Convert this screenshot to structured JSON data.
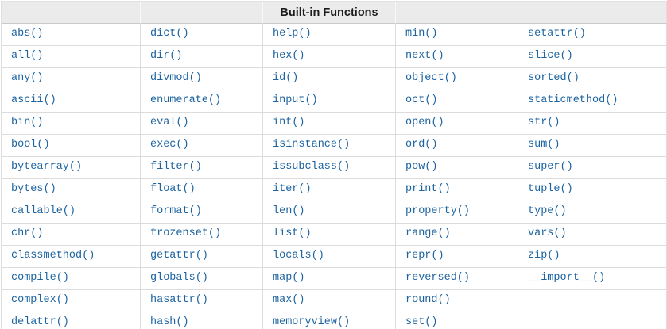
{
  "table": {
    "title": "Built-in Functions",
    "title_column_index": 2,
    "column_count": 5,
    "rows": [
      [
        "abs()",
        "dict()",
        "help()",
        "min()",
        "setattr()"
      ],
      [
        "all()",
        "dir()",
        "hex()",
        "next()",
        "slice()"
      ],
      [
        "any()",
        "divmod()",
        "id()",
        "object()",
        "sorted()"
      ],
      [
        "ascii()",
        "enumerate()",
        "input()",
        "oct()",
        "staticmethod()"
      ],
      [
        "bin()",
        "eval()",
        "int()",
        "open()",
        "str()"
      ],
      [
        "bool()",
        "exec()",
        "isinstance()",
        "ord()",
        "sum()"
      ],
      [
        "bytearray()",
        "filter()",
        "issubclass()",
        "pow()",
        "super()"
      ],
      [
        "bytes()",
        "float()",
        "iter()",
        "print()",
        "tuple()"
      ],
      [
        "callable()",
        "format()",
        "len()",
        "property()",
        "type()"
      ],
      [
        "chr()",
        "frozenset()",
        "list()",
        "range()",
        "vars()"
      ],
      [
        "classmethod()",
        "getattr()",
        "locals()",
        "repr()",
        "zip()"
      ],
      [
        "compile()",
        "globals()",
        "map()",
        "reversed()",
        "__import__()"
      ],
      [
        "complex()",
        "hasattr()",
        "max()",
        "round()",
        ""
      ],
      [
        "delattr()",
        "hash()",
        "memoryview()",
        "set()",
        ""
      ]
    ]
  },
  "colors": {
    "link_blue": "#1c63a0",
    "header_background": "#ebebeb",
    "row_border": "#dcdcdc",
    "header_bottom_border": "#c9c9c9"
  }
}
